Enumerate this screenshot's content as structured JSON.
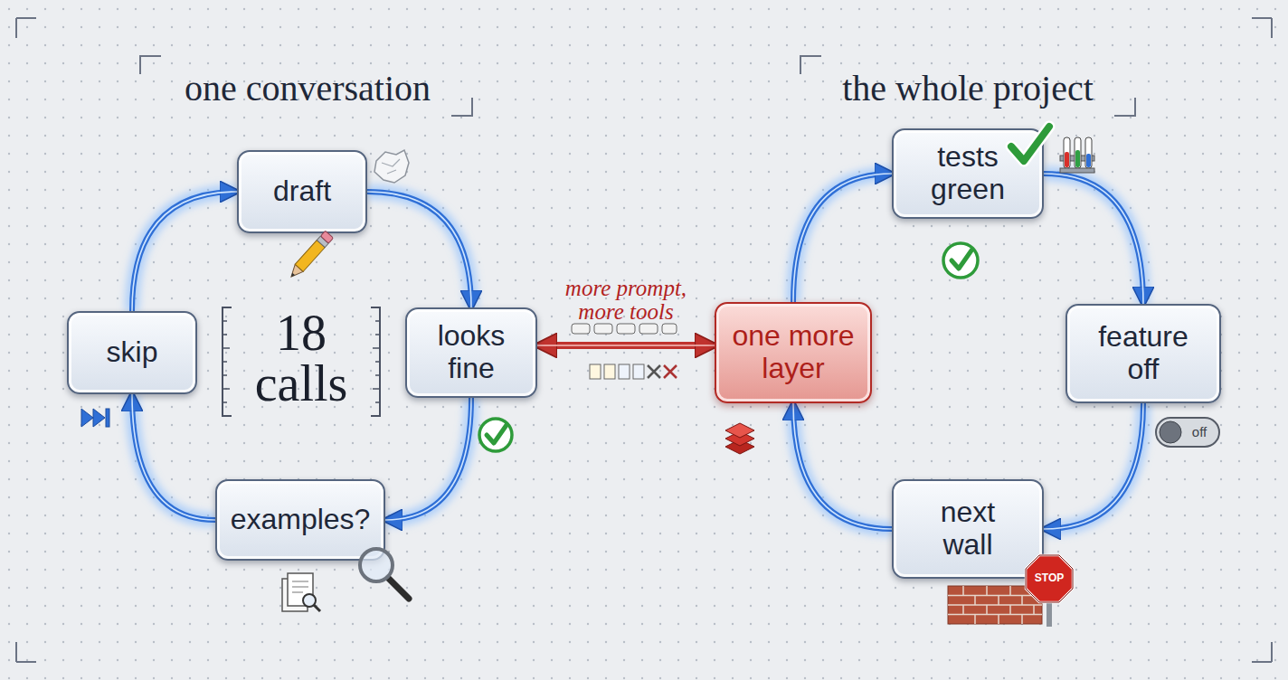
{
  "diagram": {
    "nodes": [
      {
        "text": [
          "draft"
        ]
      },
      {
        "text": [
          "looks fine"
        ]
      },
      {
        "text": [
          "examples?"
        ]
      },
      {
        "text": [
          "skip"
        ]
      },
      {
        "text": [
          "tests green"
        ]
      },
      {
        "text": [
          "feature off"
        ]
      },
      {
        "text": [
          "next wall"
        ]
      },
      {
        "text": [
          "one more layer"
        ]
      }
    ],
    "edges": [
      {
        "from": 0,
        "to": 1,
        "arrow": "to"
      },
      {
        "from": 1,
        "to": 2,
        "arrow": "to"
      },
      {
        "from": 2,
        "to": 3,
        "arrow": "to"
      },
      {
        "from": 3,
        "to": 0,
        "arrow": "to"
      },
      {
        "from": 4,
        "to": 5,
        "arrow": "to"
      },
      {
        "from": 5,
        "to": 6,
        "arrow": "to"
      },
      {
        "from": 6,
        "to": 7,
        "arrow": "to"
      },
      {
        "from": 7,
        "to": 4,
        "arrow": "to"
      },
      {
        "from": 1,
        "to": 7,
        "label": "more prompt, more tools",
        "arrow": "both"
      }
    ],
    "labels": [
      "one conversation",
      "18 calls",
      "the whole project",
      "off",
      "STOP"
    ]
  }
}
